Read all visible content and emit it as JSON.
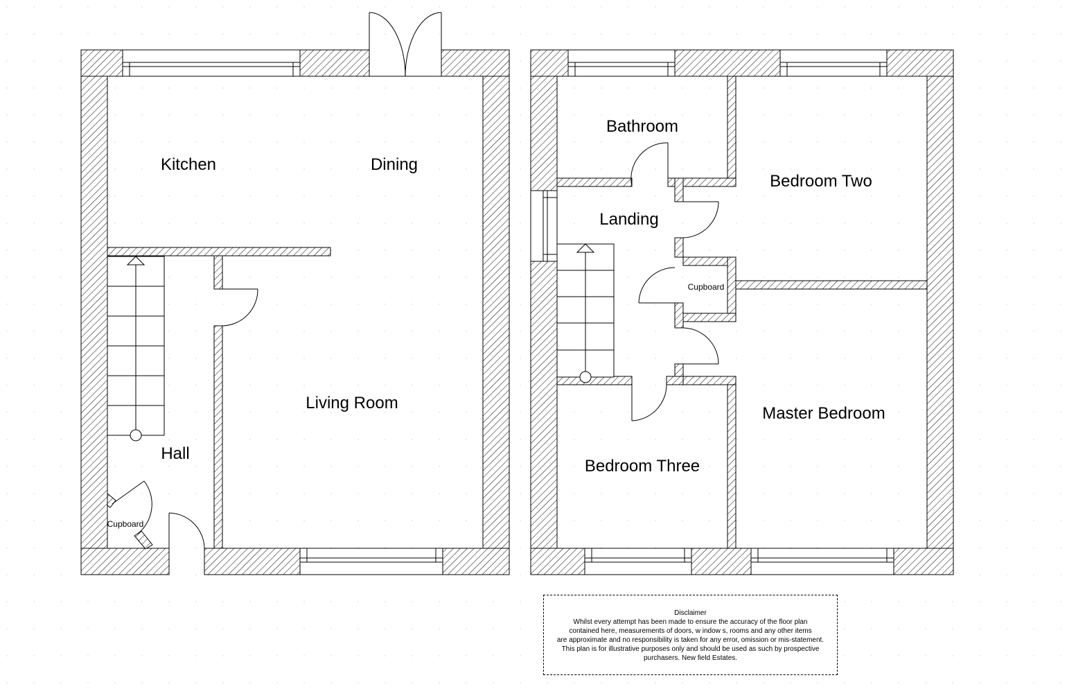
{
  "rooms": {
    "kitchen": "Kitchen",
    "dining": "Dining",
    "living_room": "Living Room",
    "hall": "Hall",
    "ground_cupboard": "Cupboard",
    "bathroom": "Bathroom",
    "landing": "Landing",
    "bedroom_two": "Bedroom Two",
    "first_cupboard": "Cupboard",
    "master_bedroom": "Master Bedroom",
    "bedroom_three": "Bedroom Three"
  },
  "disclaimer": {
    "title": "Disclaimer",
    "lines": [
      "Whilst every attempt has been made to ensure the accuracy of the floor plan",
      "contained here, measurements of doors, w indow s, rooms and any other items",
      "are approximate and no responsibility is taken for any error, omission or mis-statement.",
      "This plan is for illustrative purposes only and should be used as such by prospective",
      "purchasers. New field Estates."
    ]
  }
}
